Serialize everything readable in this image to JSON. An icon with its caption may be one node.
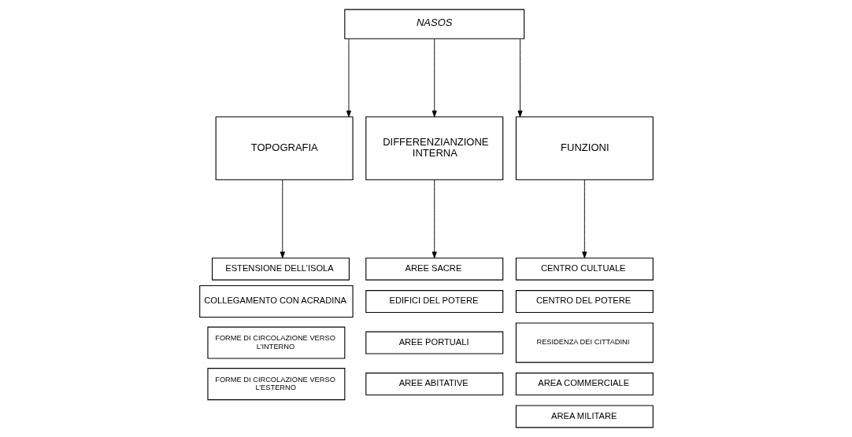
{
  "diagram": {
    "nodes": [
      {
        "text": [
          "NASOS"
        ]
      },
      {
        "text": [
          "TOPOGRAFIA"
        ]
      },
      {
        "text": [
          "DIFFERENZIANZIONE INTERNA"
        ]
      },
      {
        "text": [
          "FUNZIONI"
        ]
      },
      {
        "text": [
          "ESTENSIONE DELL’ISOLA"
        ]
      },
      {
        "text": [
          "COLLEGAMENTO CON ACRADINA"
        ]
      },
      {
        "text": [
          "FORME DI CIRCOLAZIONE VERSO L’INTERNO"
        ]
      },
      {
        "text": [
          "FORME DI CIRCOLAZIONE VERSO L’ESTERNO"
        ]
      },
      {
        "text": [
          "AREE SACRE"
        ]
      },
      {
        "text": [
          "EDIFICI DEL POTERE"
        ]
      },
      {
        "text": [
          "AREE PORTUALI"
        ]
      },
      {
        "text": [
          "AREE ABITATIVE"
        ]
      },
      {
        "text": [
          "CENTRO CULTUALE"
        ]
      },
      {
        "text": [
          "CENTRO DEL POTERE"
        ]
      },
      {
        "text": [
          "RESIDENZA DEI CITTADINI"
        ]
      },
      {
        "text": [
          "AREA COMMERCIALE"
        ]
      },
      {
        "text": [
          "AREA MILITARE"
        ]
      }
    ],
    "edges": [
      {
        "from": 0,
        "to": 1,
        "arrow": "to"
      },
      {
        "from": 0,
        "to": 2,
        "arrow": "to"
      },
      {
        "from": 0,
        "to": 3,
        "arrow": "to"
      },
      {
        "from": 1,
        "to": 4,
        "arrow": "to"
      },
      {
        "from": 2,
        "to": 8,
        "arrow": "to"
      },
      {
        "from": 3,
        "to": 12,
        "arrow": "to"
      }
    ]
  }
}
